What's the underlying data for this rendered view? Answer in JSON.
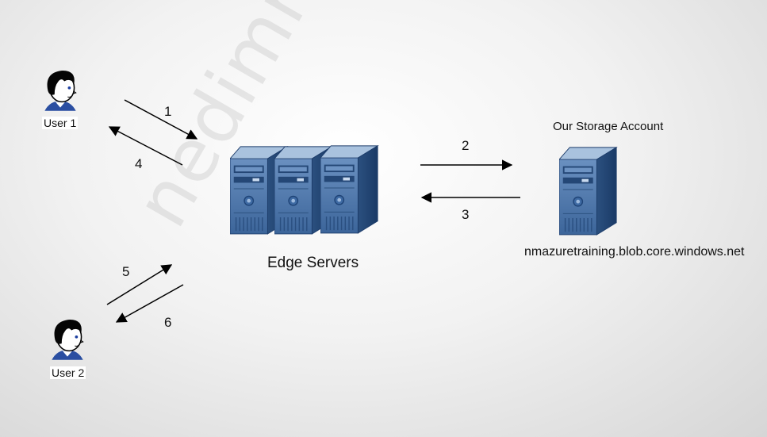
{
  "watermark": "nedimmic.org",
  "users": [
    {
      "label": "User 1"
    },
    {
      "label": "User 2"
    }
  ],
  "edge": {
    "label": "Edge Servers"
  },
  "storage": {
    "title": "Our Storage Account",
    "url": "nmazuretraining.blob.core.windows.net"
  },
  "steps": [
    "1",
    "2",
    "3",
    "4",
    "5",
    "6"
  ],
  "colors": {
    "server_light": "#5b82b3",
    "server_dark": "#1f4477",
    "arrow": "#000000",
    "user_shirt": "#2a4ea1"
  }
}
